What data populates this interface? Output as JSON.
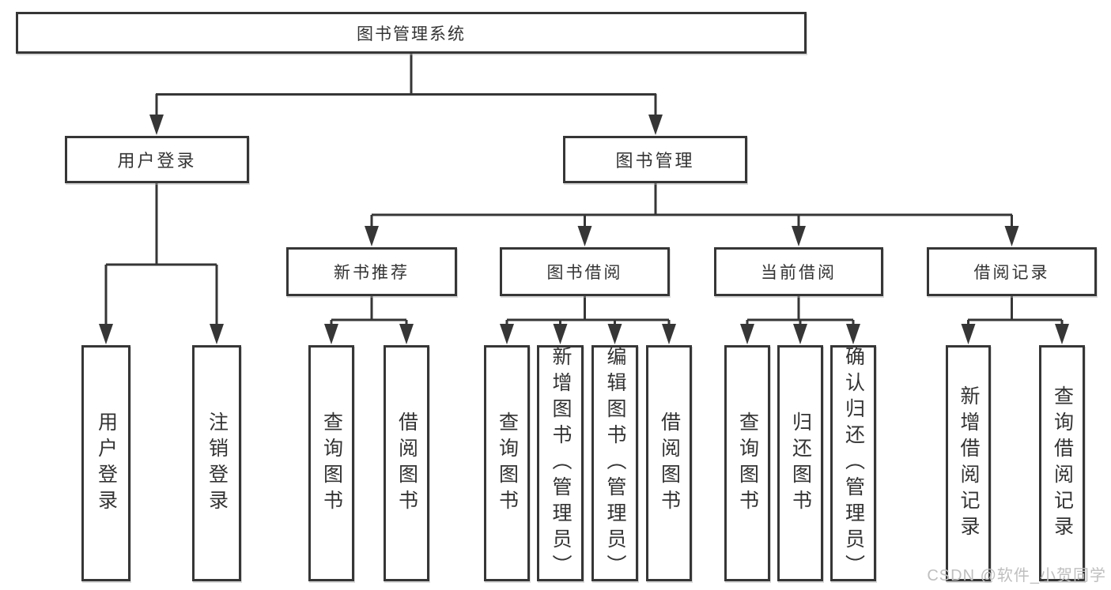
{
  "diagram": {
    "type": "tree",
    "title": "图书管理系统",
    "nodes": {
      "root": "图书管理系统",
      "user_login": "用户登录",
      "book_management": "图书管理",
      "new_book_recommend": "新书推荐",
      "book_borrowing": "图书借阅",
      "current_borrowing": "当前借阅",
      "borrowing_records": "借阅记录",
      "leaf_user_login": "用户登录",
      "leaf_logout": "注销登录",
      "rec_query_books": "查询图书",
      "rec_borrow_books": "借阅图书",
      "bor_query_books": "查询图书",
      "bor_add_books": "新增图书（管理员）",
      "bor_edit_books": "编辑图书（管理员）",
      "bor_borrow_books": "借阅图书",
      "cur_query_books": "查询图书",
      "cur_return_books": "归还图书",
      "cur_confirm_return": "确认归还（管理员）",
      "hist_add_record": "新增借阅记录",
      "hist_query_record": "查询借阅记录"
    },
    "hierarchy": {
      "图书管理系统": [
        "用户登录",
        "图书管理"
      ],
      "用户登录": [
        "用户登录",
        "注销登录"
      ],
      "图书管理": [
        "新书推荐",
        "图书借阅",
        "当前借阅",
        "借阅记录"
      ],
      "新书推荐": [
        "查询图书",
        "借阅图书"
      ],
      "图书借阅": [
        "查询图书",
        "新增图书（管理员）",
        "编辑图书（管理员）",
        "借阅图书"
      ],
      "当前借阅": [
        "查询图书",
        "归还图书",
        "确认归还（管理员）"
      ],
      "借阅记录": [
        "新增借阅记录",
        "查询借阅记录"
      ]
    }
  },
  "watermark": "CSDN @软件_小贺同学",
  "colors": {
    "line": "#363636",
    "box_border": "#363636",
    "text": "#333333",
    "background": "#ffffff",
    "watermark": "#bfbfbf"
  }
}
